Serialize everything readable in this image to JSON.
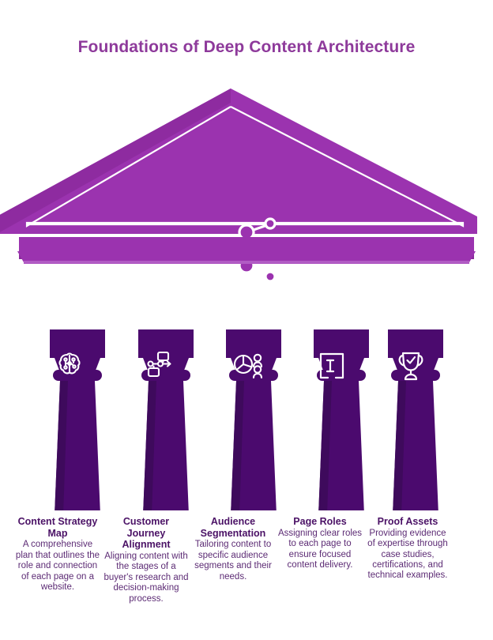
{
  "title": "Foundations of Deep Content Architecture",
  "colors": {
    "title_text": "#8E3A9B",
    "pediment": "#9B33AF",
    "pediment_shadow": "#8A2C9C",
    "pillar_dark": "#4B0A6E",
    "pillar_shade": "#3E0A5C",
    "base_light": "#9B33AF",
    "icon_stroke": "#FFFFFF",
    "caption_title": "#4B1266",
    "caption_body": "#5C2B74",
    "background": "#FFFFFF"
  },
  "pediment": {
    "icon": "network-nodes-icon"
  },
  "pillars": [
    {
      "icon": "brain-circuit-icon",
      "title": "Content Strategy Map",
      "body": "A comprehensive plan that outlines the role and connection of each page on a website."
    },
    {
      "icon": "workflow-flowchart-icon",
      "title": "Customer Journey Alignment",
      "body": "Aligning content with the stages of a buyer's research and decision-making process."
    },
    {
      "icon": "pie-chart-people-icon",
      "title": "Audience Segmentation",
      "body": "Tailoring content to specific audience segments and their needs."
    },
    {
      "icon": "text-cursor-box-icon",
      "title": "Page Roles",
      "body": "Assigning clear roles to each page to ensure focused content delivery."
    },
    {
      "icon": "trophy-check-icon",
      "title": "Proof Assets",
      "body": "Providing evidence of expertise through case studies, certifications, and technical examples."
    }
  ]
}
